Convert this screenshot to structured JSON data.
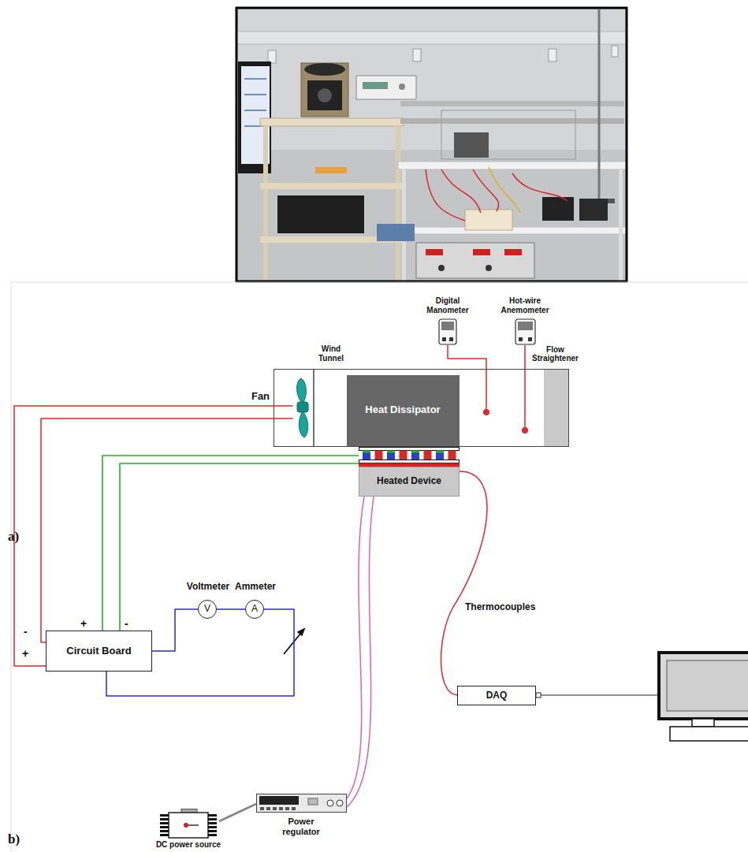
{
  "diagram": {
    "nodes": [
      {
        "text": [
          "Wind Tunnel"
        ]
      },
      {
        "text": [
          "Fan"
        ],
        "in": 0
      },
      {
        "text": [
          "Heat Dissipator"
        ],
        "in": 0
      },
      {
        "text": [
          "Flow Straightener"
        ],
        "in": 0
      },
      {
        "text": [
          "Digital Manometer"
        ]
      },
      {
        "text": [
          "Hot-wire Anemometer"
        ]
      },
      {
        "text": [
          "Heated Device"
        ]
      },
      {
        "text": [
          "Circuit Board"
        ]
      },
      {
        "text": [
          "Voltmeter",
          "V"
        ]
      },
      {
        "text": [
          "Ammeter",
          "A"
        ]
      },
      {
        "text": [
          "DAQ"
        ]
      },
      {
        "text": [
          "Power regulator"
        ]
      },
      {
        "text": [
          "DC power source"
        ]
      }
    ],
    "edges": [
      {
        "from": 4,
        "to": 0,
        "arrow": "none"
      },
      {
        "from": 5,
        "to": 0,
        "arrow": "none"
      },
      {
        "from": 7,
        "to": 1,
        "arrow": "none"
      },
      {
        "from": 7,
        "to": 1,
        "arrow": "none"
      },
      {
        "from": 7,
        "to": 6,
        "arrow": "none"
      },
      {
        "from": 7,
        "to": 6,
        "arrow": "none"
      },
      {
        "from": 7,
        "to": 8,
        "arrow": "none"
      },
      {
        "from": 8,
        "to": 9,
        "arrow": "none"
      },
      {
        "from": 9,
        "to": 7,
        "arrow": "none"
      },
      {
        "from": 6,
        "to": 10,
        "label": "Thermocouples",
        "arrow": "none"
      },
      {
        "from": 6,
        "to": 11,
        "arrow": "none"
      },
      {
        "from": 6,
        "to": 11,
        "arrow": "none"
      },
      {
        "from": 11,
        "to": 12,
        "arrow": "none"
      }
    ],
    "labels": [
      "a)",
      "+",
      "-",
      "-",
      "+",
      "b)"
    ]
  }
}
